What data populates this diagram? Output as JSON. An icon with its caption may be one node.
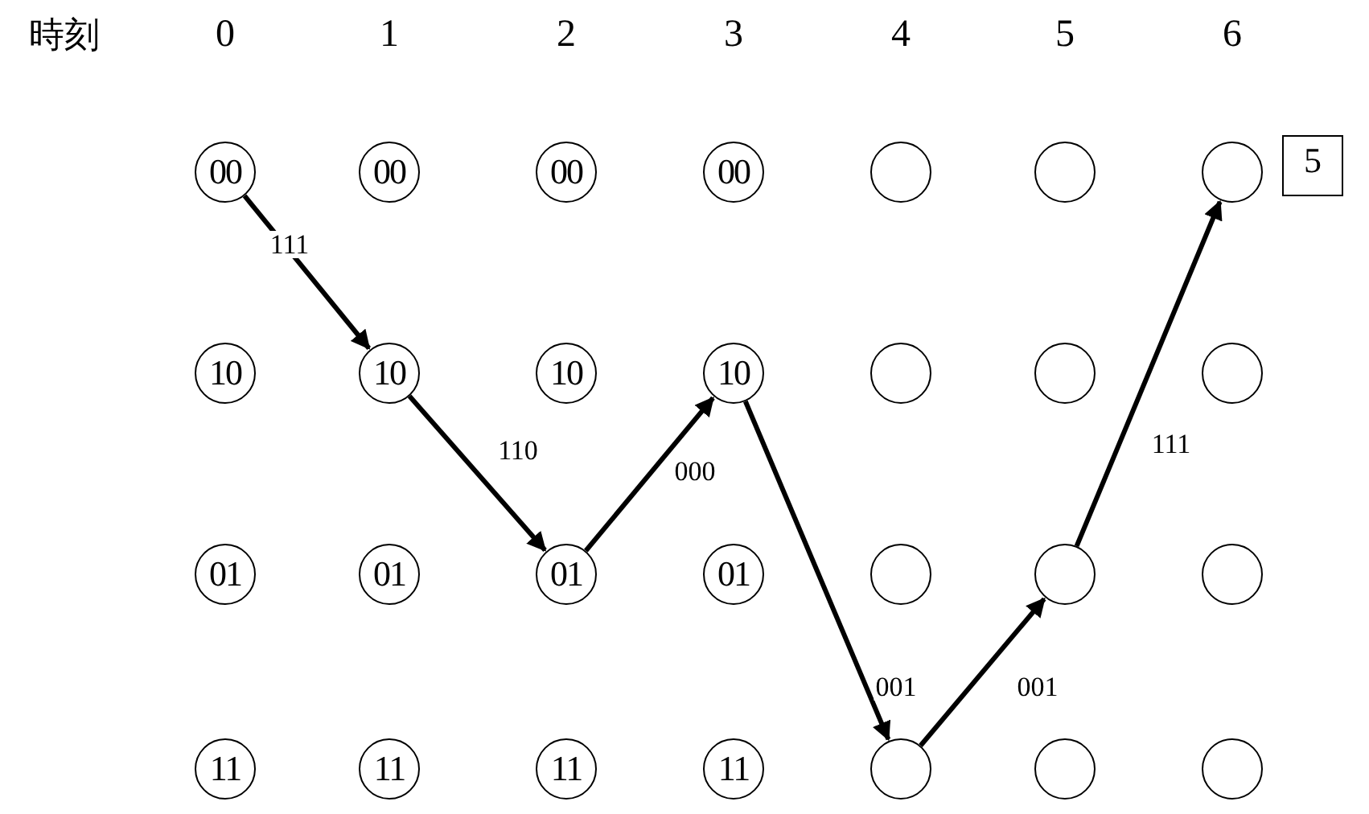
{
  "diagram": {
    "nodes": [
      {
        "text": [
          "00"
        ]
      },
      {
        "text": [
          "00"
        ]
      },
      {
        "text": [
          "00"
        ]
      },
      {
        "text": [
          "00"
        ]
      },
      {
        "text": [],
        "shape": "circle"
      },
      {
        "text": [],
        "shape": "circle"
      },
      {
        "text": [],
        "shape": "circle",
        "beside": [
          "5"
        ]
      },
      {
        "text": [
          "10"
        ]
      },
      {
        "text": [
          "10"
        ]
      },
      {
        "text": [
          "10"
        ]
      },
      {
        "text": [
          "10"
        ]
      },
      {
        "text": [],
        "shape": "circle"
      },
      {
        "text": [],
        "shape": "circle"
      },
      {
        "text": [],
        "shape": "circle"
      },
      {
        "text": [
          "01"
        ]
      },
      {
        "text": [
          "01"
        ]
      },
      {
        "text": [
          "01"
        ]
      },
      {
        "text": [
          "01"
        ]
      },
      {
        "text": [],
        "shape": "circle"
      },
      {
        "text": [],
        "shape": "circle"
      },
      {
        "text": [],
        "shape": "circle"
      },
      {
        "text": [
          "11"
        ]
      },
      {
        "text": [
          "11"
        ]
      },
      {
        "text": [
          "11"
        ]
      },
      {
        "text": [
          "11"
        ]
      },
      {
        "text": [],
        "shape": "circle"
      },
      {
        "text": [],
        "shape": "circle"
      },
      {
        "text": [],
        "shape": "circle"
      }
    ],
    "edges": [
      {
        "from": 0,
        "to": 8,
        "arrow": "to",
        "label": "111"
      },
      {
        "from": 8,
        "to": 16,
        "arrow": "to",
        "label": "110"
      },
      {
        "from": 16,
        "to": 10,
        "arrow": "to",
        "label": "000"
      },
      {
        "from": 10,
        "to": 25,
        "arrow": "to",
        "label": "001"
      },
      {
        "from": 25,
        "to": 19,
        "arrow": "to",
        "label": "001"
      },
      {
        "from": 19,
        "to": 6,
        "arrow": "to",
        "label": "111"
      }
    ],
    "labels": [
      "時刻",
      "0",
      "1",
      "2",
      "3",
      "4",
      "5",
      "6"
    ]
  }
}
